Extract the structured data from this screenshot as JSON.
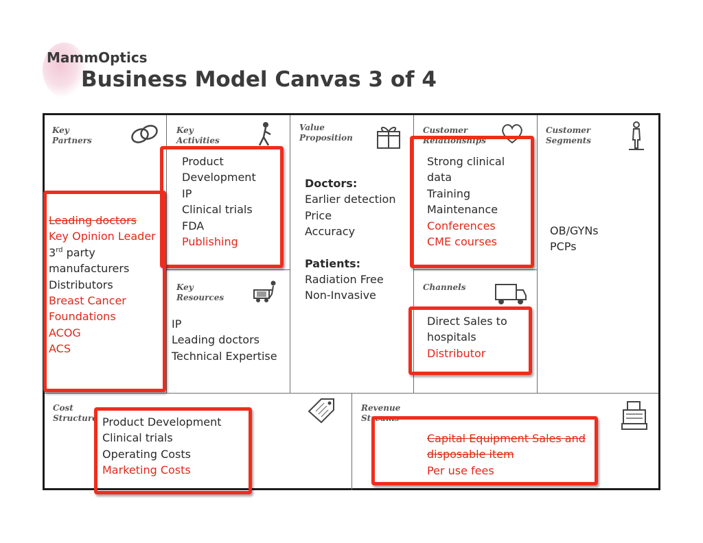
{
  "brand": "MammOptics",
  "title": "Business Model Canvas 3 of 4",
  "blocks": {
    "key_partners": {
      "label": [
        "Key",
        "Partners"
      ],
      "icon": "chain-link-icon",
      "items": [
        "Leading doctors",
        "Key Opinion Leader",
        "3",
        "rd",
        " party",
        "manufacturers",
        "Distributors",
        "Breast Cancer",
        "Foundations",
        "ACOG",
        "ACS"
      ]
    },
    "key_activities": {
      "label": [
        "Key",
        "Activities"
      ],
      "icon": "worker-icon",
      "items": [
        "Product",
        "Development",
        "IP",
        "Clinical trials",
        "FDA",
        "Publishing"
      ]
    },
    "key_resources": {
      "label": [
        "Key",
        "Resources"
      ],
      "icon": "forklift-icon",
      "items": [
        "IP",
        "Leading doctors",
        "Technical Expertise"
      ]
    },
    "value_proposition": {
      "label": [
        "Value",
        "Proposition"
      ],
      "icon": "gift-icon",
      "doctors_heading": "Doctors:",
      "doctors_items": [
        "Earlier detection",
        "Price",
        "Accuracy"
      ],
      "patients_heading": "Patients:",
      "patients_items": [
        "Radiation Free",
        "Non-Invasive"
      ]
    },
    "customer_relationships": {
      "label": [
        "Customer",
        "Relationships"
      ],
      "icon": "heart-icon",
      "items": [
        "Strong clinical",
        "data",
        "Training",
        "Maintenance",
        "Conferences",
        "CME courses"
      ]
    },
    "channels": {
      "label": [
        "Channels"
      ],
      "icon": "truck-icon",
      "items": [
        "Direct Sales to",
        "hospitals",
        "Distributor"
      ]
    },
    "customer_segments": {
      "label": [
        "Customer",
        "Segments"
      ],
      "icon": "person-icon",
      "items": [
        "OB/GYNs",
        "PCPs"
      ]
    },
    "cost_structure": {
      "label": [
        "Cost",
        "Structure"
      ],
      "icon": "price-tag-icon",
      "items": [
        "Product Development",
        "Clinical trials",
        "Operating Costs",
        "Marketing Costs"
      ]
    },
    "revenue_streams": {
      "label": [
        "Revenue",
        "Streams"
      ],
      "icon": "cash-register-icon",
      "items": [
        "Capital Equipment Sales and",
        "disposable item",
        "Per use fees"
      ]
    }
  },
  "colors": {
    "highlight": "#ef2d1c",
    "added_text": "#e0281a",
    "text": "#2a2a2a"
  }
}
